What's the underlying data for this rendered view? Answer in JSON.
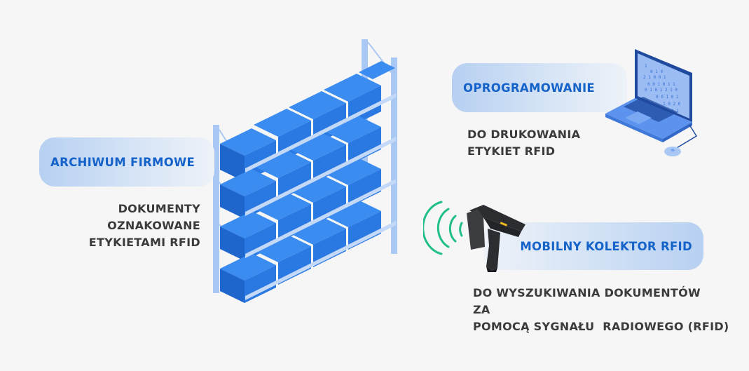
{
  "sections": {
    "archive": {
      "title": "ARCHIWUM FIRMOWE",
      "description_lines": [
        "DOKUMENTY",
        "OZNAKOWANE",
        "ETYKIETAMI RFID"
      ],
      "illustration": "shelf-with-boxes-icon"
    },
    "software": {
      "title": "OPROGRAMOWANIE",
      "description_lines": [
        "DO DRUKOWANIA",
        "ETYKIET RFID"
      ],
      "illustration": "laptop-icon"
    },
    "collector": {
      "title": "MOBILNY KOLEKTOR RFID",
      "description_lines": [
        "DO WYSZUKIWANIA DOKUMENTÓW ZA",
        "POMOCĄ SYGNAŁU  RADIOWEGO (RFID)"
      ],
      "illustration": "rfid-scanner-icon"
    }
  },
  "colors": {
    "background": "#f6f6f6",
    "title_blue": "#1563c9",
    "description_gray": "#3b3b3b",
    "box_blue": "#2f7fe6",
    "shelf_frame": "#a9c8f4",
    "signal_green": "#1fbf86"
  }
}
